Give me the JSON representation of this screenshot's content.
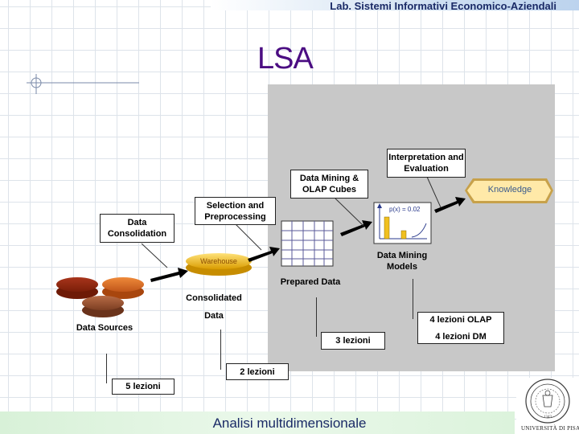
{
  "header": {
    "title": "Lab. Sistemi Informativi Economico-Aziendali"
  },
  "slide": {
    "title": "LSA"
  },
  "footer": {
    "text": "Analisi multidimensionale"
  },
  "diagram": {
    "boxes": {
      "data_consolidation": "Data Consolidation",
      "selection_preprocessing": "Selection and Preprocessing",
      "data_mining_olap": "Data Mining & OLAP Cubes",
      "interpretation_evaluation": "Interpretation and Evaluation"
    },
    "labels": {
      "data_sources": "Data Sources",
      "consolidated_data_line1": "Consolidated",
      "consolidated_data_line2": "Data",
      "prepared_data": "Prepared Data",
      "data_mining_models": "Data Mining Models",
      "warehouse": "Warehouse",
      "knowledge": "Knowledge",
      "formula": "p(x) = 0.02"
    },
    "lessons": {
      "sources": "5 lezioni",
      "consolidated": "2 lezioni",
      "prepared": "3 lezioni",
      "olap": "4 lezioni OLAP",
      "dm": "4 lezioni DM"
    },
    "colors": {
      "disk_dark_red": "#8b2500",
      "disk_orange": "#d2691e",
      "disk_brown": "#a0522d",
      "warehouse_yellow": "#f0c020",
      "knowledge_fill": "#ffe9a8",
      "panel_gray": "#c8c8c8",
      "title_purple": "#4b0d82"
    }
  },
  "seal": {
    "caption": "UNIVERSITÀ DI PISA",
    "year": "1343"
  }
}
